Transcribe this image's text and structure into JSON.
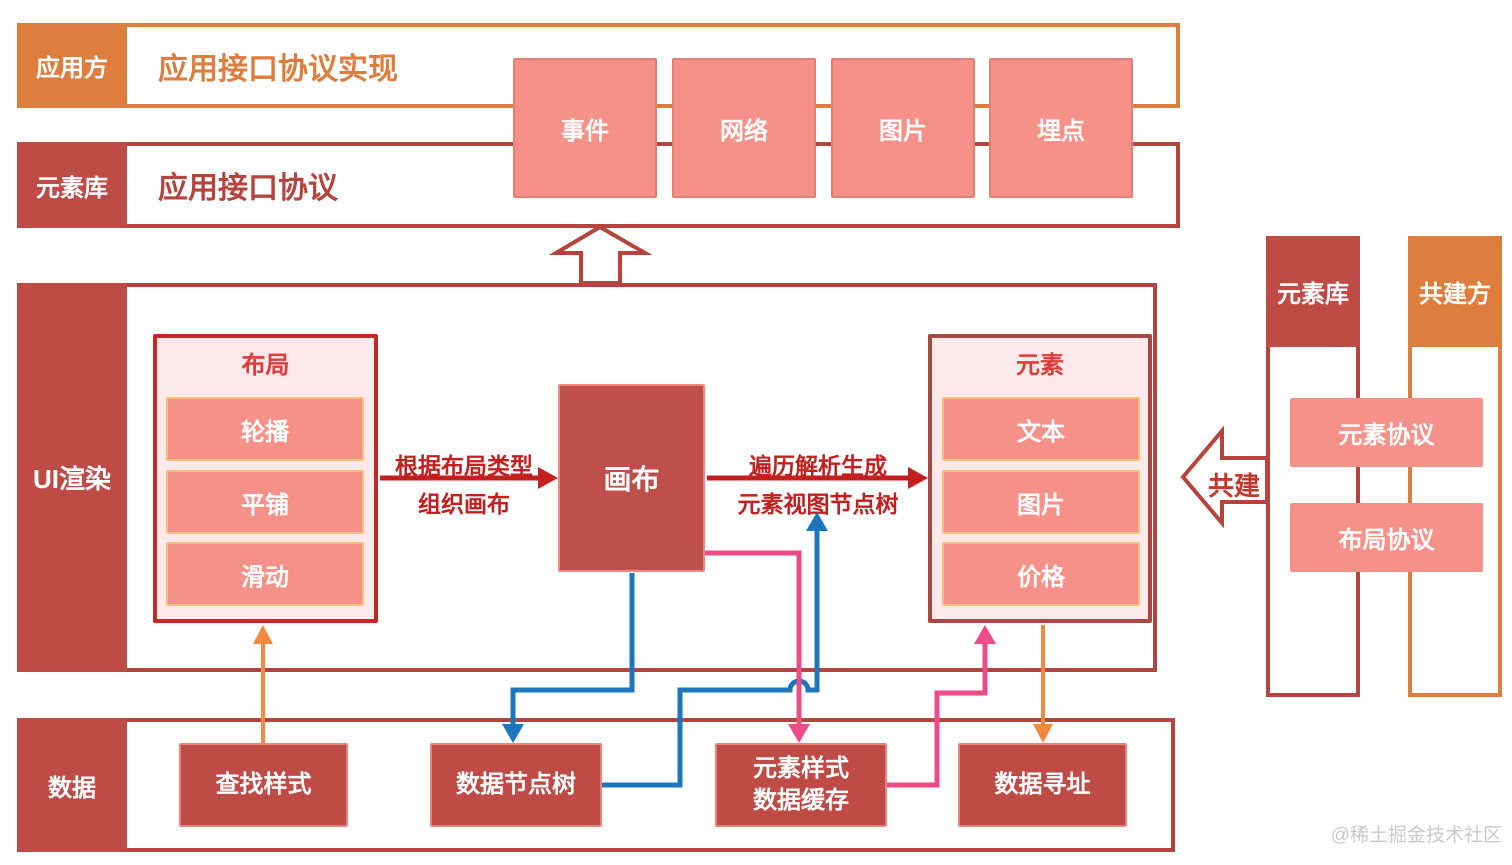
{
  "bands": {
    "app": {
      "label": "应用方",
      "title": "应用接口协议实现"
    },
    "element_lib": {
      "label": "元素库",
      "title": "应用接口协议"
    },
    "ui_render": {
      "label": "UI渲染"
    },
    "data": {
      "label": "数据"
    }
  },
  "top_boxes": [
    {
      "label": "事件"
    },
    {
      "label": "网络"
    },
    {
      "label": "图片"
    },
    {
      "label": "埋点"
    }
  ],
  "layout_group": {
    "title": "布局",
    "items": [
      {
        "label": "轮播"
      },
      {
        "label": "平铺"
      },
      {
        "label": "滑动"
      }
    ]
  },
  "canvas_box": {
    "label": "画布"
  },
  "element_group": {
    "title": "元素",
    "items": [
      {
        "label": "文本"
      },
      {
        "label": "图片"
      },
      {
        "label": "价格"
      }
    ]
  },
  "arrows": {
    "layout_to_canvas": {
      "line1": "根据布局类型",
      "line2": "组织画布"
    },
    "canvas_to_element": {
      "line1": "遍历解析生成",
      "line2": "元素视图节点树"
    },
    "co_build": {
      "label": "共建"
    }
  },
  "right_columns": {
    "element_lib": {
      "label": "元素库"
    },
    "co_builder": {
      "label": "共建方"
    },
    "protocols": [
      {
        "label": "元素协议"
      },
      {
        "label": "布局协议"
      }
    ]
  },
  "data_row": {
    "find_style": {
      "label": "查找样式"
    },
    "data_node_tree": {
      "label": "数据节点树"
    },
    "element_style_cache": {
      "line1": "元素样式",
      "line2": "数据缓存"
    },
    "data_addressing": {
      "label": "数据寻址"
    }
  },
  "watermark": "@稀土掘金技术社区",
  "colors": {
    "orange": "#DD7E3E",
    "brick_border": "#B5443E",
    "dark_fill": "#BF4B47",
    "pink_box": "#F6918A",
    "group_bg": "#FCE9EA",
    "layout_border": "#C62828",
    "element_border": "#A94743",
    "item_border": "#F2C077",
    "red_arrow": "#C41F1F",
    "blue_arrow": "#1C76BC",
    "pink_arrow": "#EE4B86",
    "orange_arrow": "#F6883E",
    "watermark_gray": "#C9C9C9"
  }
}
